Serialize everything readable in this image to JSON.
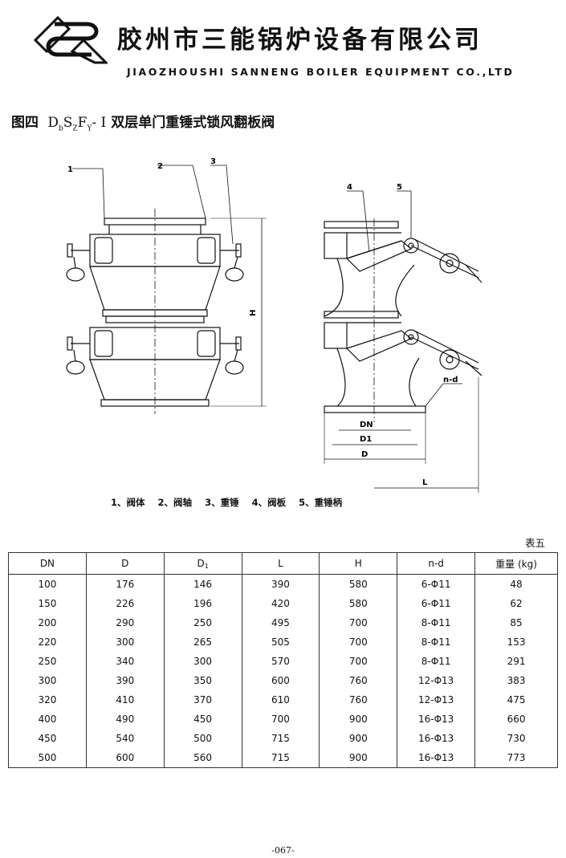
{
  "header": {
    "company_cn": "胶州市三能锅炉设备有限公司",
    "company_en": "JIAOZHOUSHI SANNENG BOILER EQUIPMENT CO.,LTD"
  },
  "figure": {
    "prefix": "图四",
    "code_D": "D",
    "code_b": "b",
    "code_S": "S",
    "code_Z": "Z",
    "code_F": "F",
    "code_Y": "Y",
    "code_suffix": "- I",
    "name": "双层单门重锤式锁风翻板阀",
    "part_labels": [
      "1",
      "2",
      "3",
      "4",
      "5"
    ],
    "dim_labels": {
      "H": "H",
      "DN": "DN",
      "D1": "D1",
      "D": "D",
      "L": "L",
      "nd": "n-d"
    },
    "legend": [
      "1、阀体",
      "2、阀轴",
      "3、重锤",
      "4、阀板",
      "5、重锤柄"
    ]
  },
  "table": {
    "label": "表五",
    "headers": [
      "DN",
      "D",
      "D",
      "L",
      "H",
      "n-d",
      "重量 (kg)"
    ],
    "header_sub": "1",
    "rows": [
      [
        "100",
        "176",
        "146",
        "390",
        "580",
        "6-Φ11",
        "48"
      ],
      [
        "150",
        "226",
        "196",
        "420",
        "580",
        "6-Φ11",
        "62"
      ],
      [
        "200",
        "290",
        "250",
        "495",
        "700",
        "8-Φ11",
        "85"
      ],
      [
        "220",
        "300",
        "265",
        "505",
        "700",
        "8-Φ11",
        "153"
      ],
      [
        "250",
        "340",
        "300",
        "570",
        "700",
        "8-Φ11",
        "291"
      ],
      [
        "300",
        "390",
        "350",
        "600",
        "760",
        "12-Φ13",
        "383"
      ],
      [
        "320",
        "410",
        "370",
        "610",
        "760",
        "12-Φ13",
        "475"
      ],
      [
        "400",
        "490",
        "450",
        "700",
        "900",
        "16-Φ13",
        "660"
      ],
      [
        "450",
        "540",
        "500",
        "715",
        "900",
        "16-Φ13",
        "730"
      ],
      [
        "500",
        "600",
        "560",
        "715",
        "900",
        "16-Φ13",
        "773"
      ]
    ]
  },
  "footer": {
    "page": "-067-"
  }
}
